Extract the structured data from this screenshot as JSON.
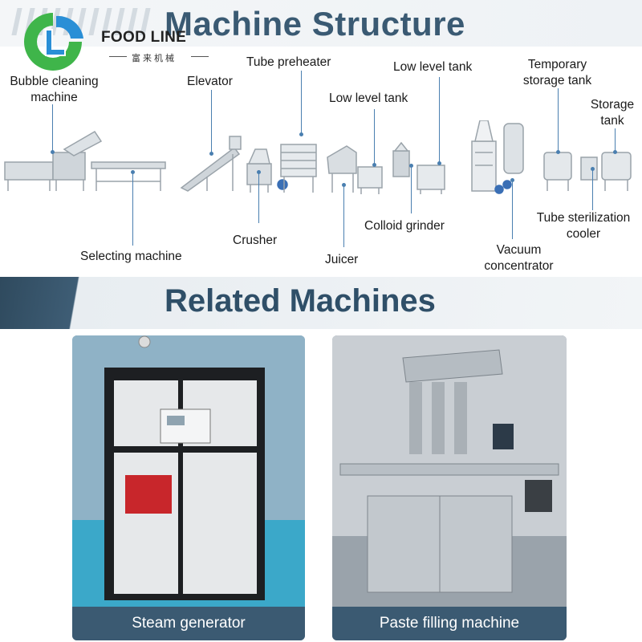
{
  "logo": {
    "brand": "FOOD LINE",
    "chinese": "富来机械",
    "colors": {
      "green": "#3fb54a",
      "blue": "#2a8fd6"
    }
  },
  "structure": {
    "title": "Machine Structure",
    "labels": {
      "bubble_cleaning": [
        "Bubble cleaning",
        "machine"
      ],
      "elevator": "Elevator",
      "tube_preheater": "Tube preheater",
      "low_level_tank_1": "Low level tank",
      "low_level_tank_2": "Low level tank",
      "temporary_storage": [
        "Temporary",
        "storage tank"
      ],
      "storage_tank": [
        "Storage",
        "tank"
      ],
      "selecting": "Selecting machine",
      "crusher": "Crusher",
      "juicer": "Juicer",
      "colloid_grinder": "Colloid grinder",
      "vacuum_concentrator": [
        "Vacuum",
        "concentrator"
      ],
      "tube_sterilization": [
        "Tube sterilization",
        "cooler"
      ]
    }
  },
  "related": {
    "title": "Related Machines",
    "cards": [
      {
        "caption": "Steam generator"
      },
      {
        "caption": "Paste filling machine"
      }
    ]
  },
  "colors": {
    "title_text": "#3a5a73",
    "banner_dark": "#2f4a5e",
    "caption_bg": "#3b5a72",
    "pointer": "#4a7fb0"
  }
}
